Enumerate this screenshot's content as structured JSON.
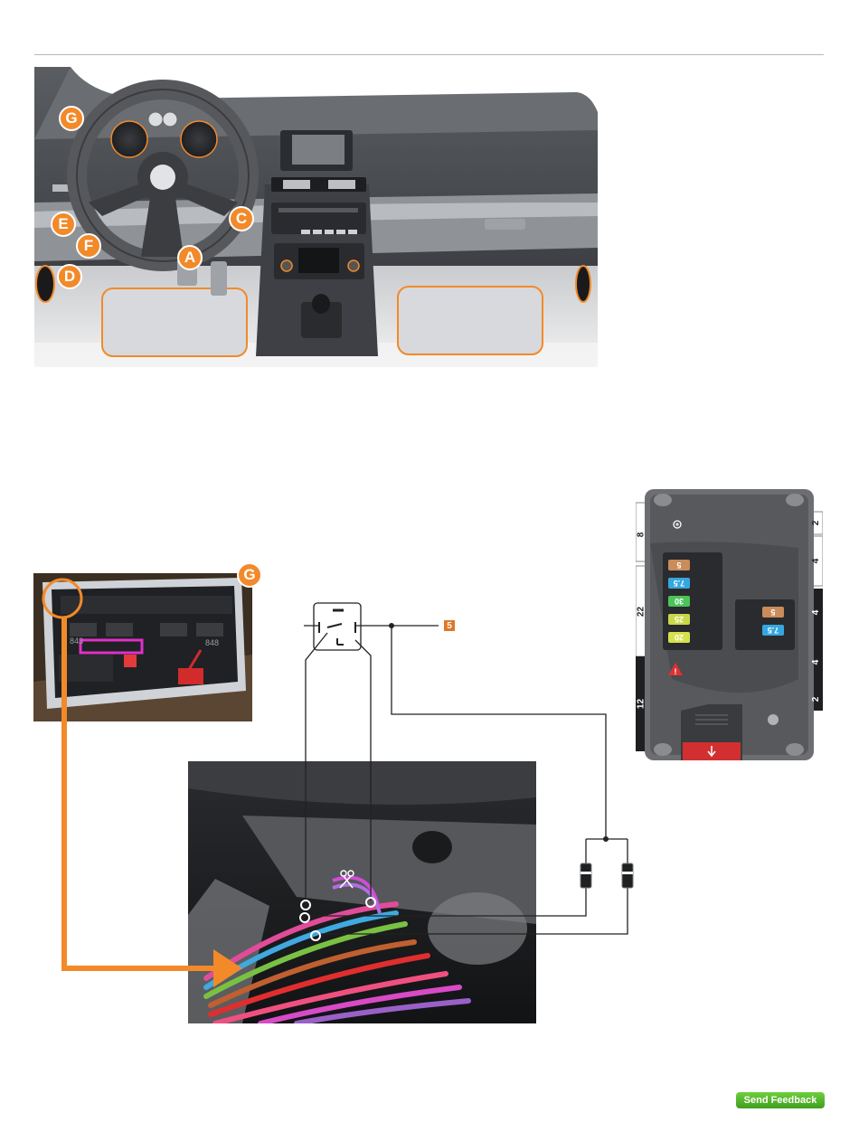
{
  "callouts": {
    "dash_g": "G",
    "dash_e": "E",
    "dash_f": "F",
    "dash_d": "D",
    "dash_c": "C",
    "dash_a": "A",
    "photo_g": "G"
  },
  "relay": {
    "terminal_badge": "5"
  },
  "module": {
    "side_labels_left": [
      "8",
      "22",
      "12"
    ],
    "side_labels_right": [
      "2",
      "4",
      "4",
      "4",
      "2"
    ],
    "fuses_left": [
      {
        "value": "5",
        "color": "#c98c5a"
      },
      {
        "value": "7.5",
        "color": "#35a7e0"
      },
      {
        "value": "30",
        "color": "#4cc35a"
      },
      {
        "value": "25",
        "color": "#c9d84a"
      },
      {
        "value": "20",
        "color": "#d6e24c"
      }
    ],
    "fuses_right": [
      {
        "value": "5",
        "color": "#c98c5a"
      },
      {
        "value": "7.5",
        "color": "#35a7e0"
      }
    ]
  },
  "colors": {
    "accent_orange": "#f28a2a",
    "feedback_green": "#4caf2a"
  },
  "feedback": {
    "label": "Send Feedback"
  }
}
